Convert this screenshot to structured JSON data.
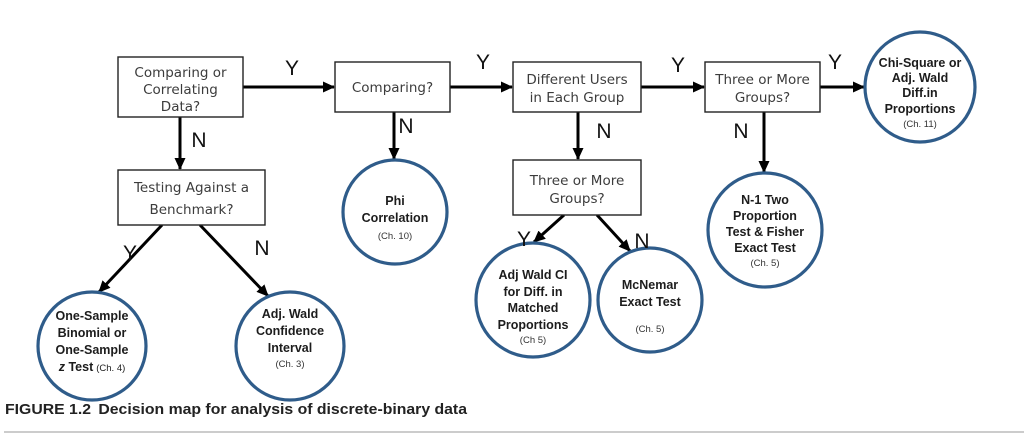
{
  "figure": {
    "decisions": {
      "comparing_or_correlating": {
        "lines": [
          "Comparing or",
          "Correlating",
          "Data?"
        ]
      },
      "comparing": {
        "lines": [
          "Comparing?"
        ]
      },
      "different_users": {
        "lines": [
          "Different Users",
          "in Each Group"
        ]
      },
      "three_or_more_upper": {
        "lines": [
          "Three or More",
          "Groups?"
        ]
      },
      "testing_benchmark": {
        "lines": [
          "Testing Against a",
          "Benchmark?"
        ]
      },
      "three_or_more_lower": {
        "lines": [
          "Three or More",
          "Groups?"
        ]
      }
    },
    "outcomes": {
      "chi_square": {
        "lines": [
          "Chi-Square or",
          "Adj. Wald",
          "Diff.in",
          "Proportions"
        ],
        "chapter": "(Ch. 11)"
      },
      "phi_correlation": {
        "lines": [
          "Phi",
          "Correlation"
        ],
        "chapter": "(Ch. 10)"
      },
      "n1_two_proportion": {
        "lines": [
          "N-1 Two",
          "Proportion",
          "Test & Fisher",
          "Exact Test"
        ],
        "chapter": "(Ch. 5)"
      },
      "one_sample": {
        "lines": [
          "One-Sample",
          "Binomial or",
          "One-Sample"
        ],
        "test_variable": "z",
        "test_word": "Test",
        "chapter": "(Ch. 4)"
      },
      "adj_wald_ci": {
        "lines": [
          "Adj. Wald",
          "Confidence",
          "Interval"
        ],
        "chapter": "(Ch. 3)"
      },
      "matched_proportions": {
        "lines": [
          "Adj Wald CI",
          "for Diff. in",
          "Matched",
          "Proportions"
        ],
        "chapter": "(Ch 5)"
      },
      "mcnemar": {
        "lines": [
          "McNemar",
          "Exact Test"
        ],
        "chapter": "(Ch. 5)"
      }
    },
    "branches": {
      "comparing_or_correlating_to_comparing": "Y",
      "comparing_to_different_users": "Y",
      "different_users_to_three_or_more_upper": "Y",
      "three_or_more_upper_to_chi_square": "Y",
      "comparing_or_correlating_to_testing_benchmark": "N",
      "comparing_to_phi_correlation": "N",
      "different_users_to_three_or_more_lower": "N",
      "three_or_more_upper_to_n1_two_proportion": "N",
      "testing_benchmark_to_one_sample": "Y",
      "testing_benchmark_to_adj_wald_ci": "N",
      "three_or_more_lower_to_matched_proportions": "Y",
      "three_or_more_lower_to_mcnemar": "N"
    },
    "colors": {
      "decision_border": "#222222",
      "outcome_border": "#2f5c8a",
      "arrow": "#000000"
    }
  },
  "caption": {
    "label": "FIGURE 1.2",
    "text": "Decision map for analysis of discrete-binary data"
  }
}
